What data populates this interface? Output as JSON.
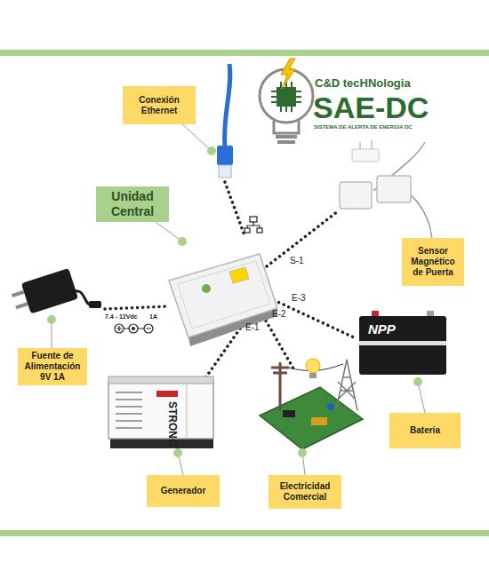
{
  "diagram": {
    "nodes": [
      {
        "text": [
          "Conexión Ethernet"
        ]
      },
      {
        "text": [
          "Unidad Central"
        ]
      },
      {
        "text": [
          "Sensor Magnético de Puerta"
        ]
      },
      {
        "text": [
          "Fuente de Alimentación 9V 1A"
        ]
      },
      {
        "text": [
          "Batería"
        ]
      },
      {
        "text": [
          "Generador"
        ]
      },
      {
        "text": [
          "Electricidad Comercial"
        ]
      }
    ],
    "labels": [
      "C&D tecHNologia",
      "SAE-DC",
      "SISTEMA DE ALERTA DE ENERGIA DC",
      "S-1",
      "E-3",
      "E-2",
      "E-1",
      "7.4 - 12Vdc",
      "1A",
      "NPP",
      "STRONG"
    ]
  }
}
